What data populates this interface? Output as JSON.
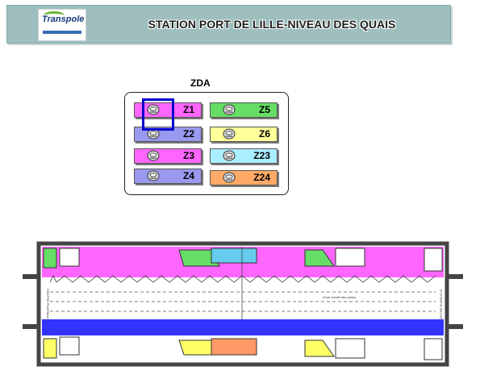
{
  "header": {
    "logo_text": "Transpole",
    "title": "STATION PORT DE LILLE-NIVEAU DES QUAIS"
  },
  "legend": {
    "title": "ZDA",
    "zones": [
      {
        "label": "Z1",
        "color": "#ff66ff",
        "selected": true
      },
      {
        "label": "Z2",
        "color": "#9999ee"
      },
      {
        "label": "Z3",
        "color": "#ff66ff"
      },
      {
        "label": "Z4",
        "color": "#9999ee"
      },
      {
        "label": "Z5",
        "color": "#66dd66"
      },
      {
        "label": "Z6",
        "color": "#ffff99"
      },
      {
        "label": "Z23",
        "color": "#aaeeff"
      },
      {
        "label": "Z24",
        "color": "#ffaa66"
      }
    ]
  },
  "plan": {
    "label_center": "Zone d'arrêt des rames",
    "label_left": "CENTRE PHARMACEUTIQUE",
    "label_right": "CENTRE EURALILLE",
    "colors": {
      "upper": "#ff66ff",
      "lower": "#3333ff",
      "green": "#66dd66",
      "yellow": "#ffff66",
      "cyan": "#66ccee",
      "orange": "#ff9966"
    }
  }
}
